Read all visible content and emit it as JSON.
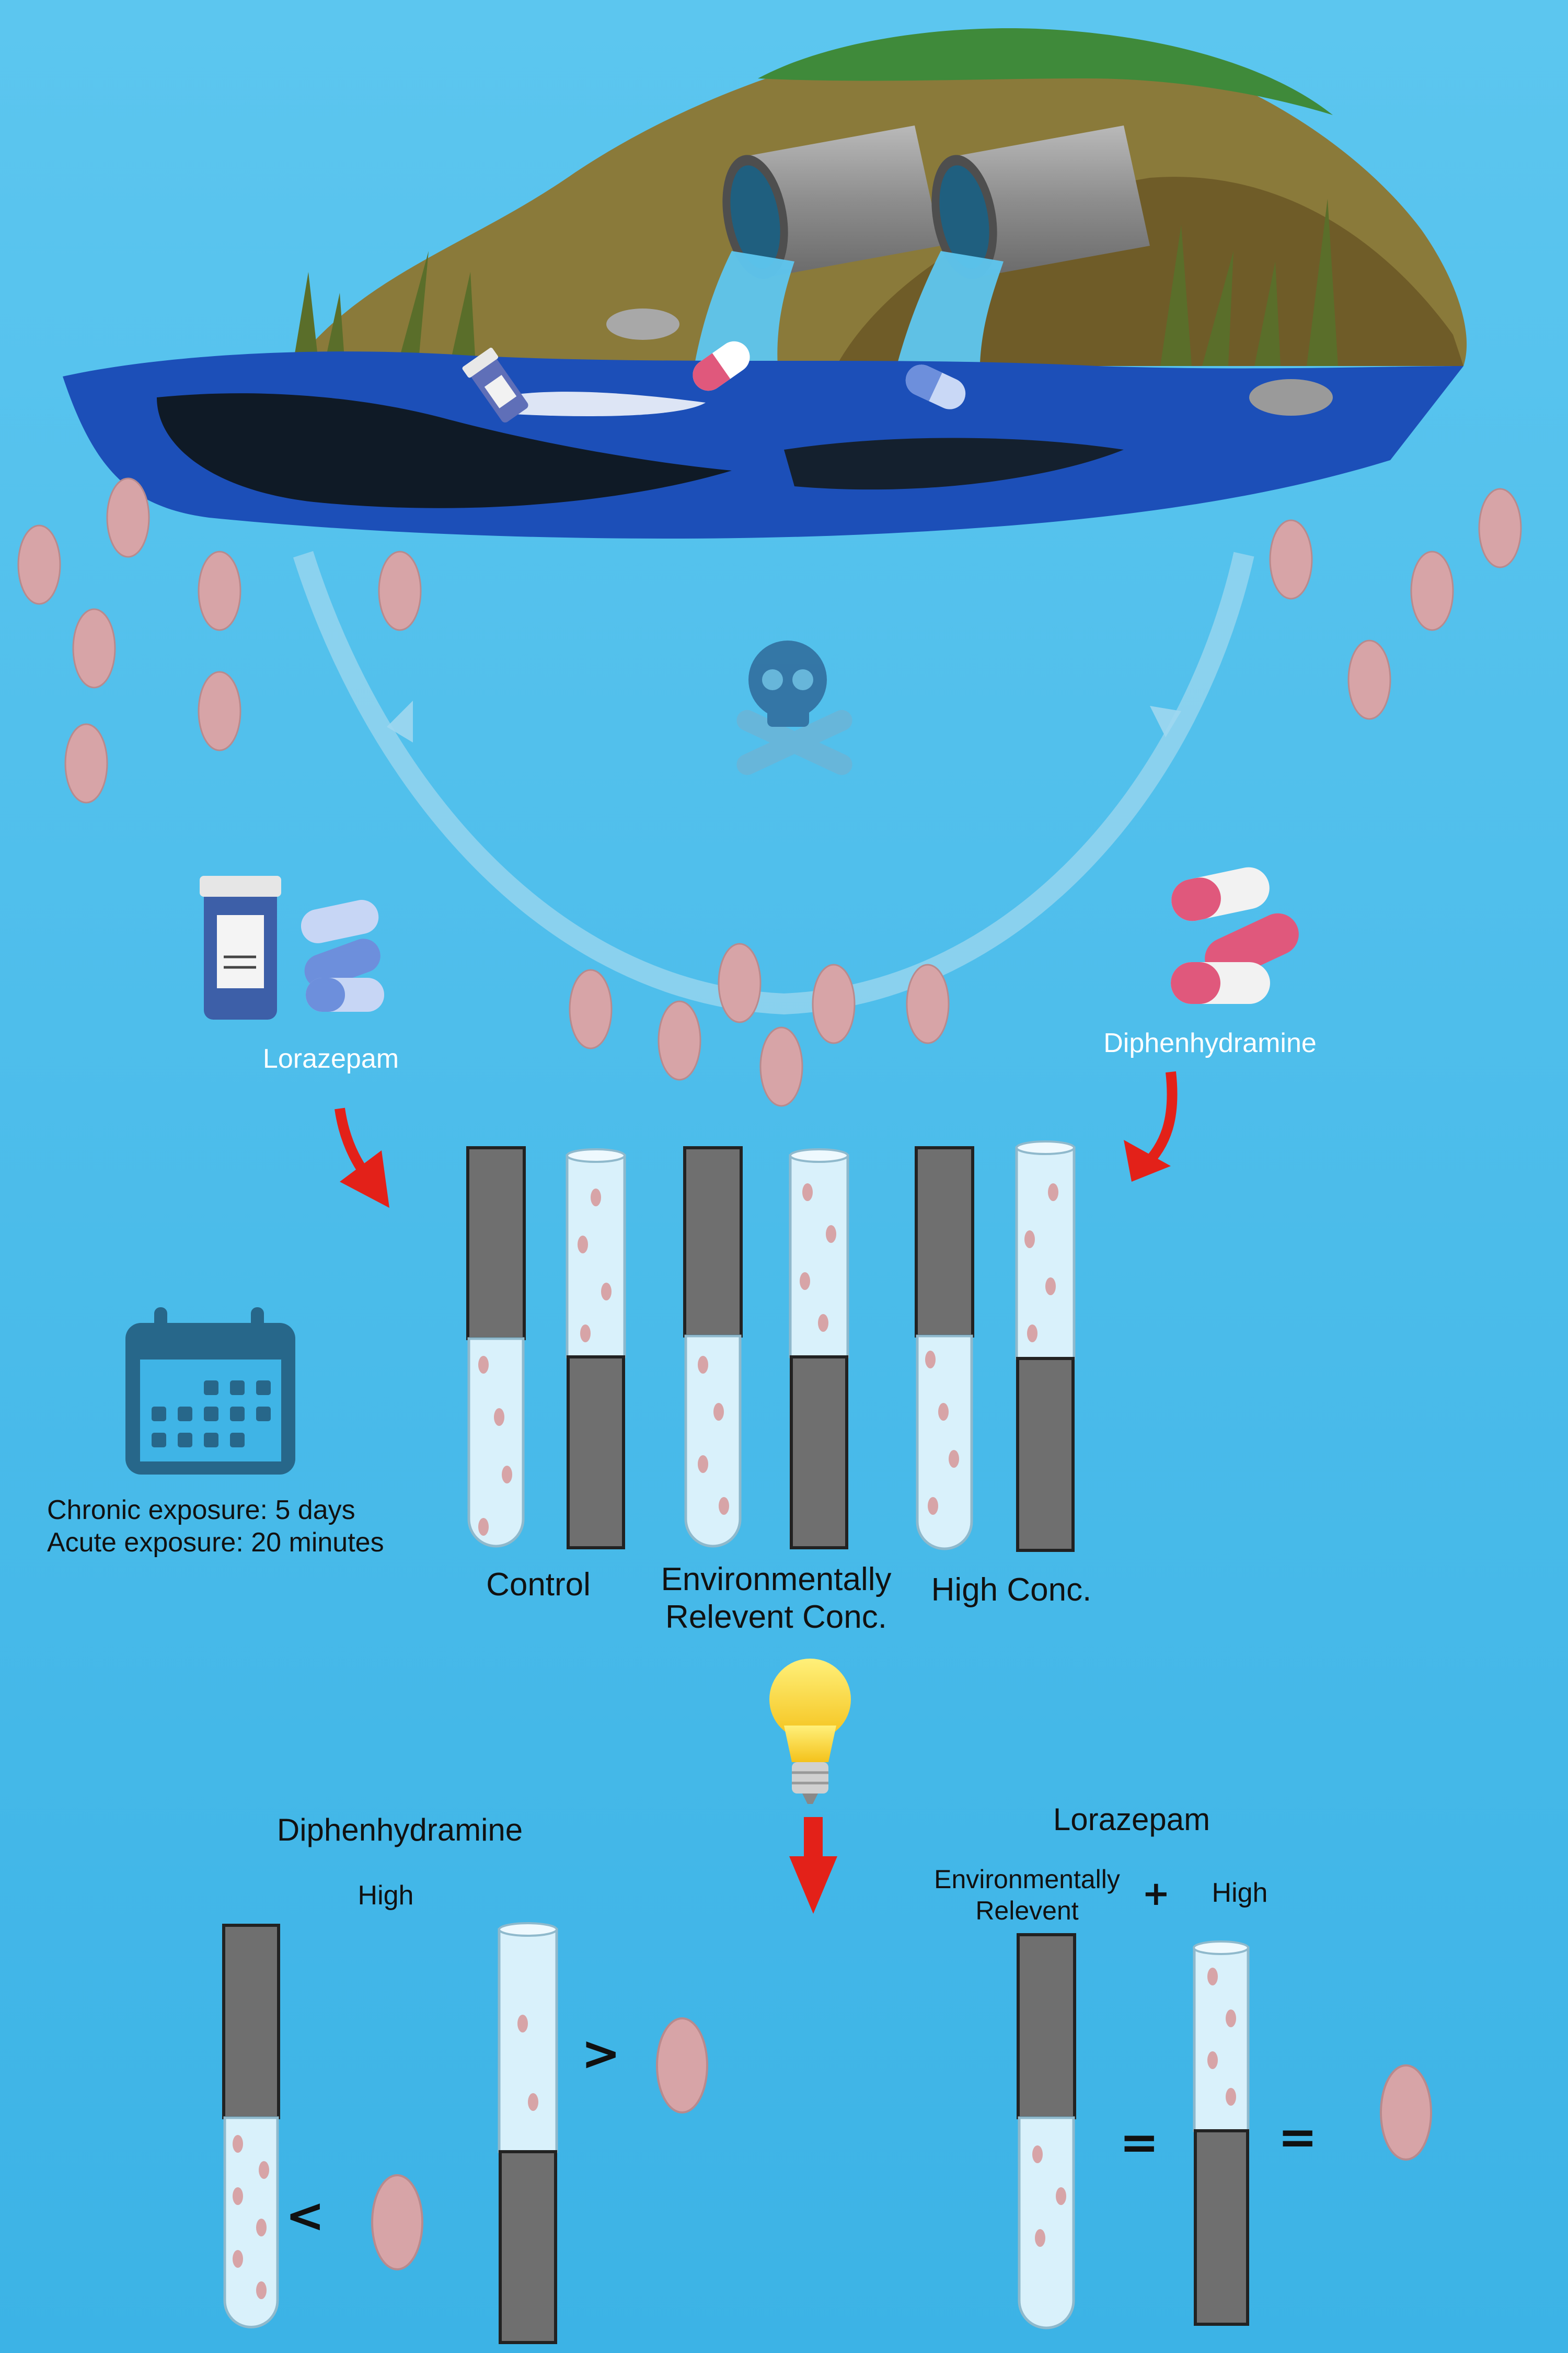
{
  "drugs": {
    "lorazepam": "Lorazepam",
    "diphenhydramine": "Diphenhydramine"
  },
  "exposure": {
    "chronic": "Chronic exposure: 5 days",
    "acute": "Acute exposure: 20 minutes"
  },
  "groups": {
    "control": "Control",
    "env_line1": "Environmentally",
    "env_line2": "Relevent Conc.",
    "high": "High Conc."
  },
  "results": {
    "diphenhydramine": {
      "title": "Diphenhydramine",
      "level": "High",
      "less_than": "<",
      "greater_than": ">"
    },
    "lorazepam": {
      "title": "Lorazepam",
      "env_line1": "Environmentally",
      "env_line2": "Relevent",
      "plus": "+",
      "level": "High",
      "equals_1": "=",
      "equals_2": "="
    }
  },
  "colors": {
    "water": "#3db5e6",
    "tube_dark": "#6f6f6f",
    "tube_glass": "#d9f1fb",
    "arrow_red": "#e32119",
    "capsule_pink": "#e0587c",
    "capsule_blue": "#7d9be0",
    "calendar": "#27678a",
    "bulb": "#f8d22a"
  }
}
